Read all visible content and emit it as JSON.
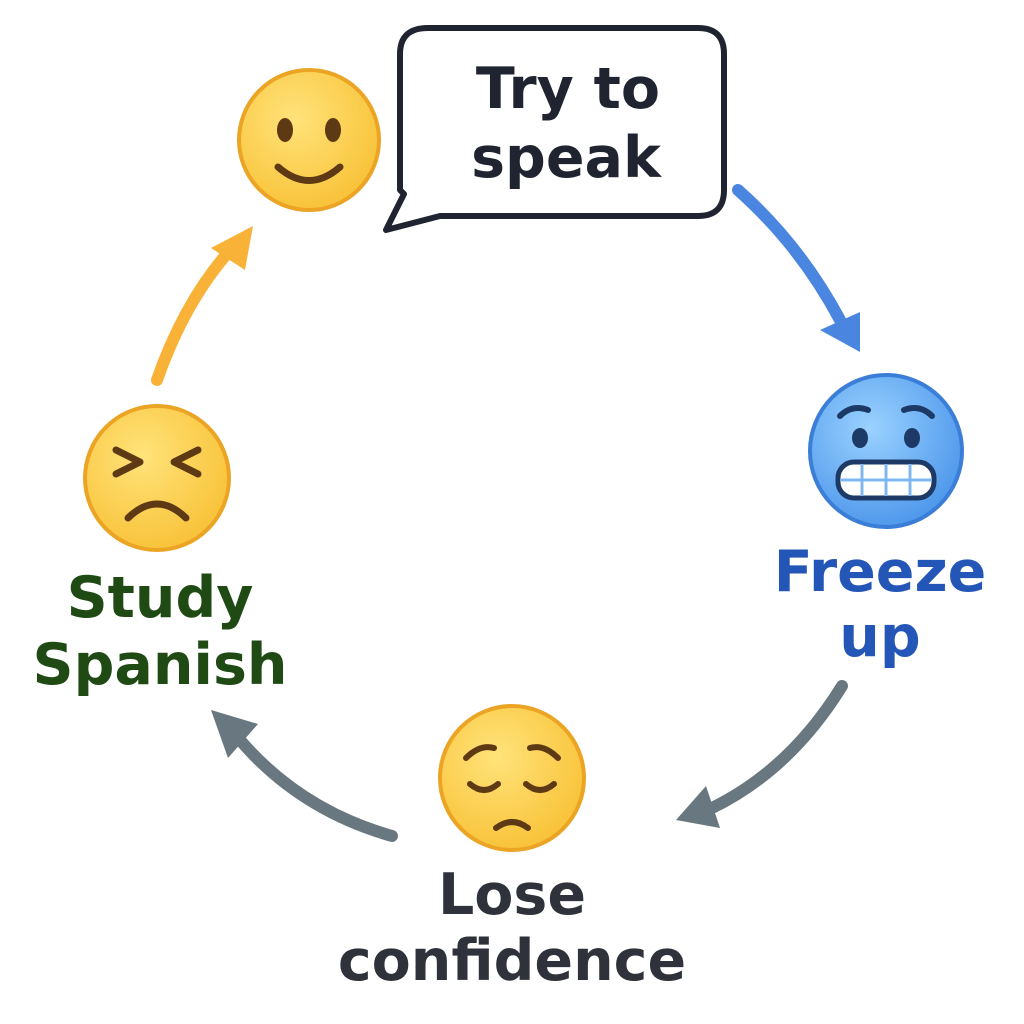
{
  "cycle": {
    "steps": [
      {
        "id": "try-to-speak",
        "lines": [
          "Try to",
          "speak"
        ],
        "emoji": "slightly-smiling-face-icon"
      },
      {
        "id": "freeze-up",
        "lines": [
          "Freeze",
          "up"
        ],
        "emoji": "grimacing-cold-face-icon"
      },
      {
        "id": "lose-confidence",
        "lines": [
          "Lose",
          "confidence"
        ],
        "emoji": "pensive-face-icon"
      },
      {
        "id": "study-spanish",
        "lines": [
          "Study",
          "Spanish"
        ],
        "emoji": "persevering-face-icon"
      }
    ]
  },
  "colors": {
    "speech_bubble_text": "#1f2430",
    "freeze_text": "#2456b8",
    "lose_text": "#2f323a",
    "study_text": "#1f4a14",
    "arrow_study_to_speak": "#f8b237",
    "arrow_speak_to_freeze": "#4a86e0",
    "arrow_freeze_to_lose": "#697880",
    "arrow_lose_to_study": "#697880",
    "emoji_yellow": "#fccb45",
    "emoji_blue": "#5aa3f0"
  }
}
